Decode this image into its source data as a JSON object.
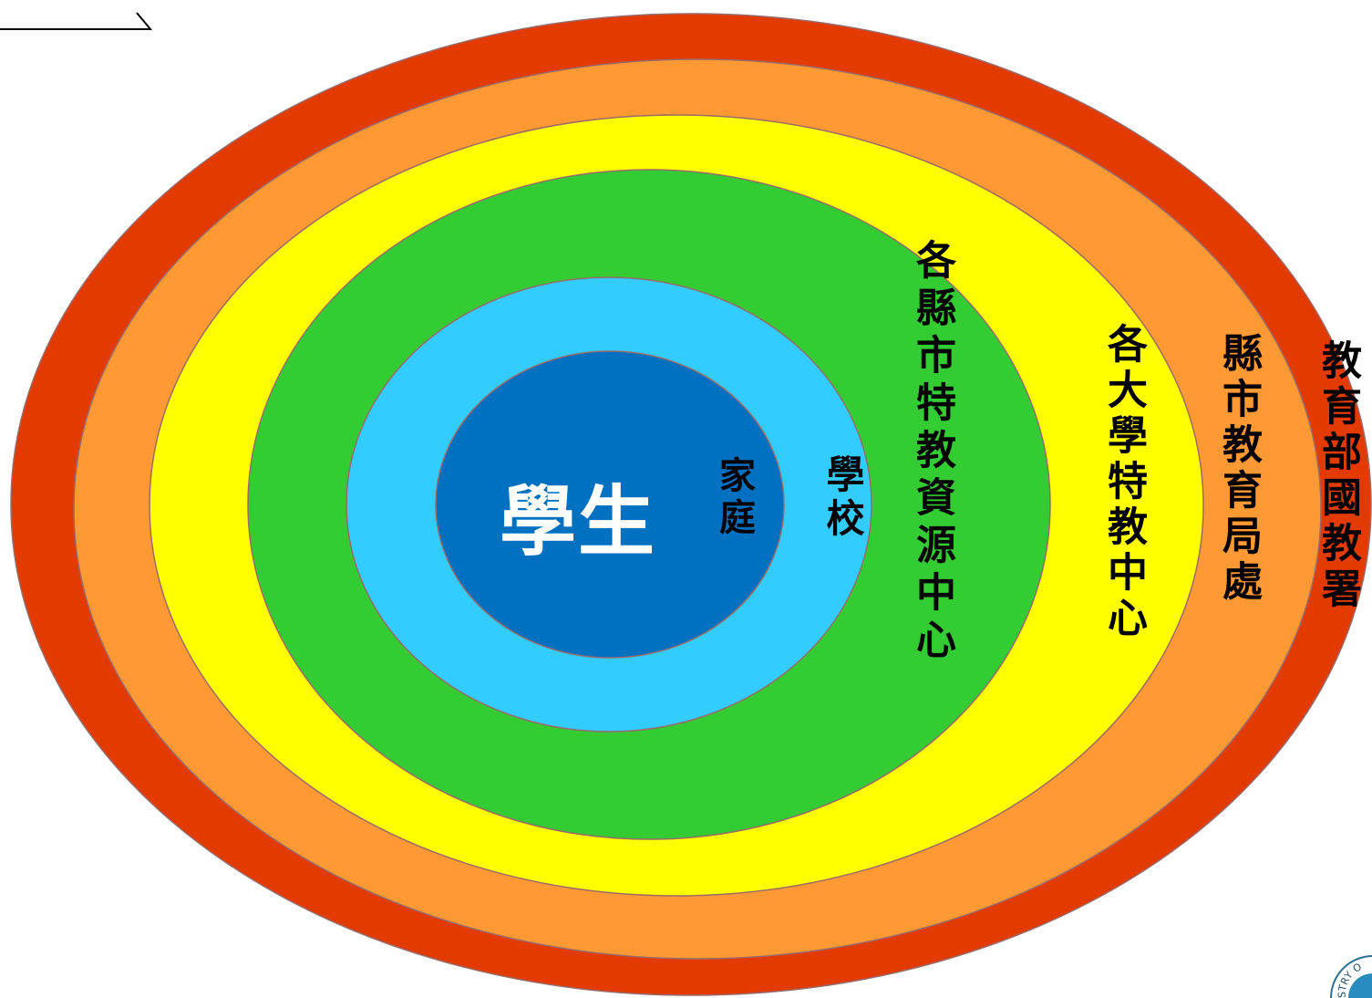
{
  "labels": {
    "student": "學生",
    "family": "家庭",
    "school": "學校",
    "county_resource_center": "各縣市特教資源中心",
    "university_center": "各大學特教中心",
    "county_bureau": "縣市教育局處",
    "ministry": "教育部國教署"
  },
  "logo": {
    "text": "STRY O"
  },
  "colors": {
    "ministry_ring": "#E33A00",
    "county_bureau_ring": "#FF9933",
    "university_ring": "#FFFF00",
    "county_center_ring": "#33CC33",
    "school_ring": "#33CCFF",
    "student_core": "#0070C0",
    "ring_stroke": "#9A6A6A"
  }
}
